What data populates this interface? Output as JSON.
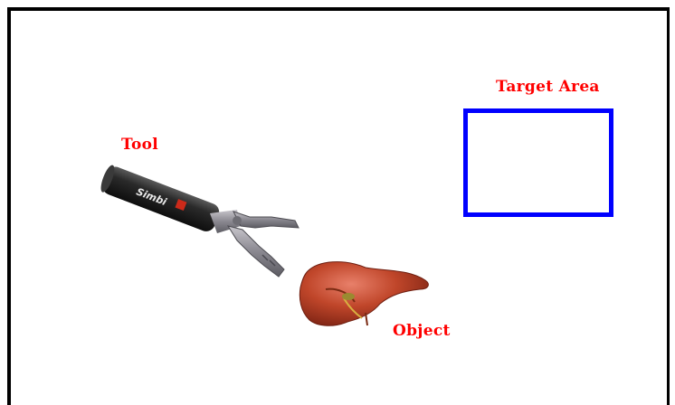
{
  "scene": {
    "labels": {
      "tool": "Tool",
      "target": "Target Area",
      "object": "Object",
      "tool_brand": "Simbi"
    },
    "colors": {
      "label": "#ff0000",
      "target_border": "#0000ff",
      "frame": "#000000",
      "tool_handle": "#1e1e1e",
      "tool_metal": "#8a8890",
      "organ": "#c0462a"
    },
    "icons": {
      "tool": "laparoscopic-grasper-icon",
      "object": "liver-icon"
    }
  }
}
